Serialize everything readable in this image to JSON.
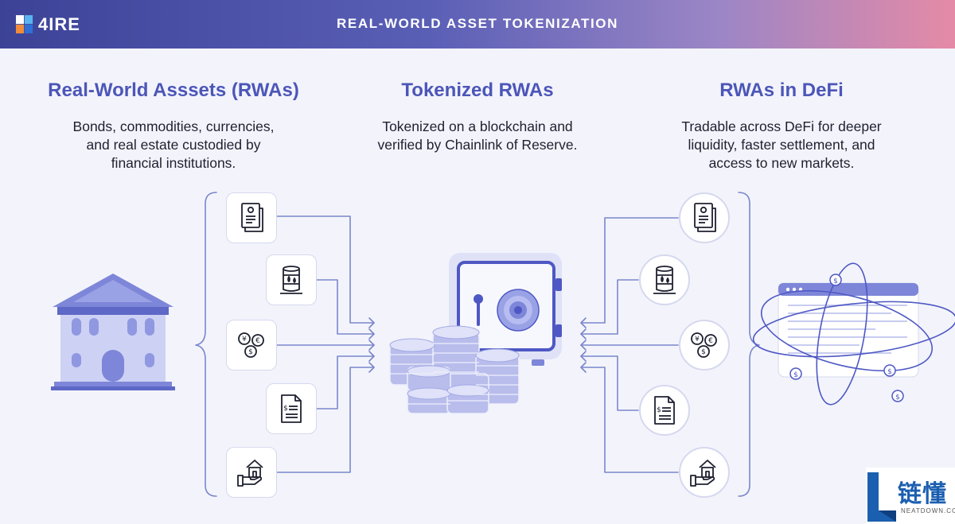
{
  "header": {
    "logo_text": "4IRE",
    "title": "REAL-WORLD ASSET TOKENIZATION"
  },
  "columns": [
    {
      "title": "Real-World Asssets (RWAs)",
      "desc_lines": [
        "Bonds, commodities, currencies,",
        "and real estate custodied by",
        "financial institutions."
      ]
    },
    {
      "title": "Tokenized RWAs",
      "desc_lines": [
        "Tokenized on a blockchain and",
        "verified by Chainlink of Reserve."
      ]
    },
    {
      "title": "RWAs in DeFi",
      "desc_lines": [
        "Tradable across DeFi for deeper",
        "liquidity, faster settlement, and",
        "access to new markets."
      ]
    }
  ],
  "asset_icons": [
    "certificate-icon",
    "oil-barrel-icon",
    "currency-coins-icon",
    "invoice-document-icon",
    "real-estate-hand-icon"
  ],
  "watermark": {
    "cn": "链懂",
    "en": "NEATDOWN.COM"
  },
  "colors": {
    "accent": "#4c56b8",
    "line": "#7b86cc",
    "icon_fill": "#7d86d8",
    "header_start": "#3c4397",
    "header_end": "#e58aa6"
  }
}
